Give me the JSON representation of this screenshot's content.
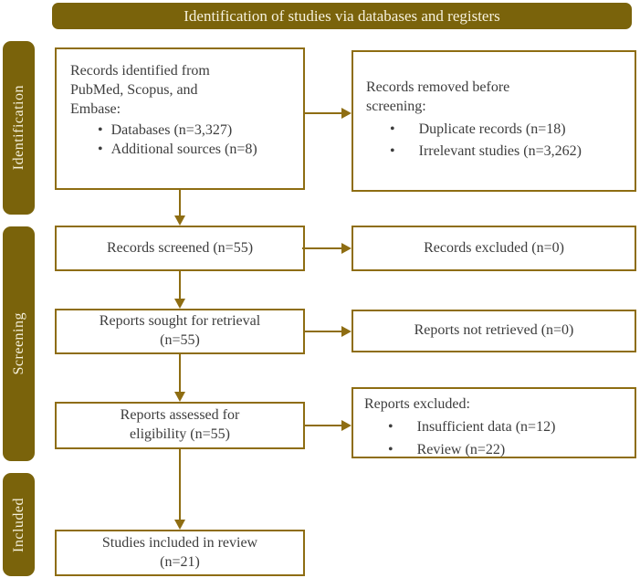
{
  "colors": {
    "gold": "#7a630b",
    "line": "#8e6d12",
    "banner_text": "#f6f1dd",
    "box_text": "#3d3d3d",
    "box_bg": "#ffffff"
  },
  "glyphs": {
    "bullet": "•"
  },
  "banner": {
    "title": "Identification of studies via databases and registers"
  },
  "sidebar": {
    "items": [
      {
        "label": "Identification"
      },
      {
        "label": "Screening"
      },
      {
        "label": "Included"
      }
    ]
  },
  "flow": {
    "identified": {
      "title": "Records identified from PubMed, Scopus, and Embase:",
      "bullets": [
        "Databases (n=3,327)",
        "Additional sources (n=8)"
      ]
    },
    "removed": {
      "title": "Records removed before screening:",
      "bullets": [
        "Duplicate records (n=18)",
        "Irrelevant studies (n=3,262)"
      ]
    },
    "screened": {
      "text": "Records screened (n=55)"
    },
    "records_excluded": {
      "text": "Records excluded (n=0)"
    },
    "sought": {
      "line1": "Reports sought for retrieval",
      "line2": "(n=55)"
    },
    "not_retrieved": {
      "text": "Reports not retrieved (n=0)"
    },
    "assessed": {
      "line1": "Reports assessed for",
      "line2": "eligibility (n=55)"
    },
    "reports_excluded": {
      "title": "Reports excluded:",
      "bullets": [
        "Insufficient data (n=12)",
        "Review (n=22)"
      ]
    },
    "included": {
      "line1": "Studies included in review",
      "line2": "(n=21)"
    }
  }
}
